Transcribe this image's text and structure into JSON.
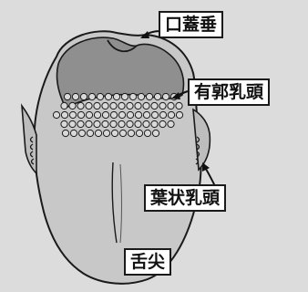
{
  "labels": {
    "uvula": "口蓋垂",
    "circumvallate_papillae": "有郭乳頭",
    "foliate_papillae": "葉状乳頭",
    "apex": "舌尖"
  },
  "colors": {
    "background": "#dcdcdc",
    "tongue_body": "#c9c9c9",
    "palate_region": "#8f8f8f",
    "outline": "#1a1a1a",
    "label_fill": "#ffffff"
  }
}
